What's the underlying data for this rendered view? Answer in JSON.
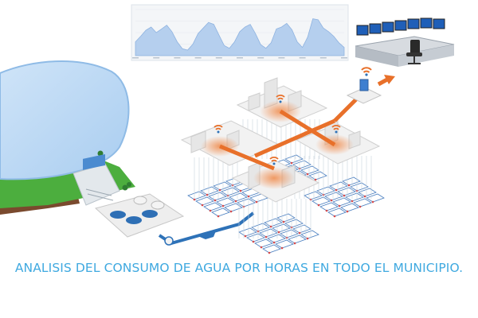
{
  "caption": "ANALISIS DEL CONSUMO DE AGUA POR HORAS EN TODO EL MUNICIPIO.",
  "colors": {
    "lake": "#b8d8f5",
    "grass": "#4cae3e",
    "pipe_orange": "#e8702a",
    "pipe_blue": "#2e72b8",
    "building": "#e9e9e9",
    "chart_fill": "#b5cfee",
    "caption": "#3fa9e0"
  },
  "chart_data": {
    "type": "area",
    "title": "",
    "xlabel": "",
    "ylabel": "",
    "x": [
      0,
      1,
      2,
      3,
      4,
      5,
      6,
      7,
      8,
      9,
      10,
      11,
      12,
      13,
      14,
      15,
      16,
      17,
      18,
      19,
      20,
      21,
      22,
      23,
      24,
      25,
      26,
      27,
      28,
      29,
      30,
      31,
      32,
      33,
      34,
      35,
      36,
      37,
      38,
      39,
      40
    ],
    "values": [
      0.3,
      0.42,
      0.55,
      0.62,
      0.5,
      0.58,
      0.66,
      0.52,
      0.3,
      0.15,
      0.12,
      0.25,
      0.48,
      0.6,
      0.72,
      0.68,
      0.45,
      0.22,
      0.16,
      0.3,
      0.52,
      0.62,
      0.68,
      0.48,
      0.24,
      0.16,
      0.28,
      0.58,
      0.62,
      0.7,
      0.56,
      0.3,
      0.18,
      0.4,
      0.8,
      0.78,
      0.6,
      0.52,
      0.42,
      0.28,
      0.18
    ],
    "ylim": [
      0,
      1
    ],
    "grid": true
  },
  "icons": [
    "wifi-signal-icon",
    "arrow-icon",
    "control-room-icon"
  ]
}
